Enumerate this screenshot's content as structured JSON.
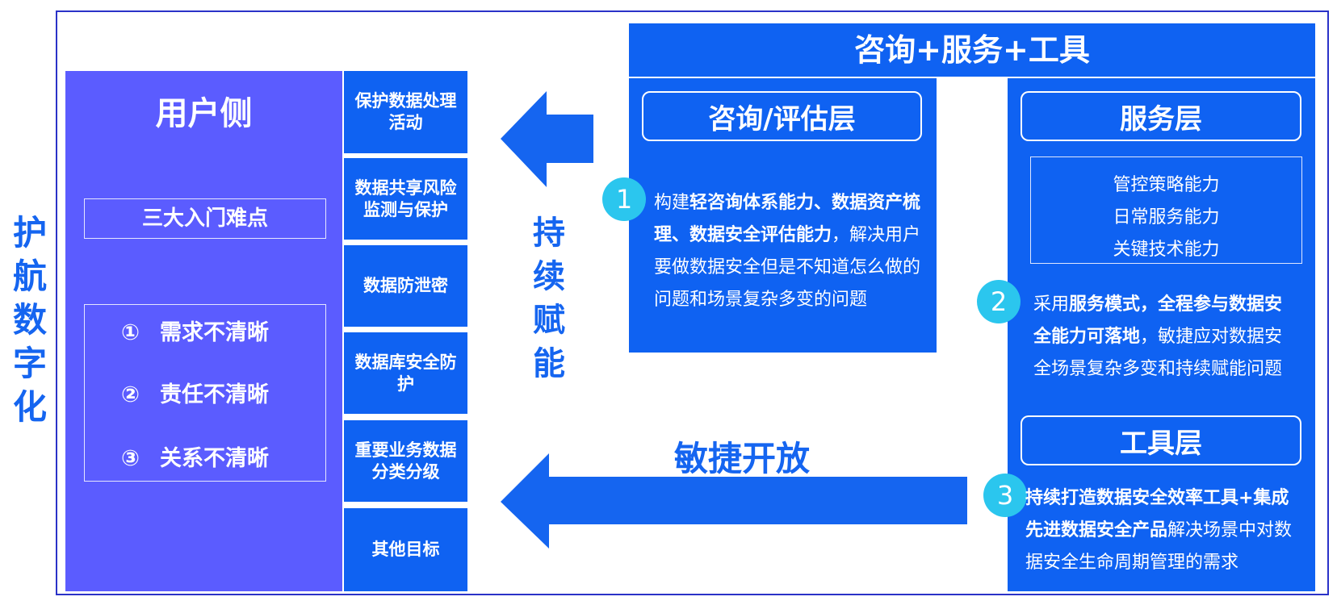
{
  "side_title": [
    "护",
    "航",
    "数",
    "字",
    "化"
  ],
  "user_side": {
    "title": "用户侧",
    "pain_heading": "三大入门难点",
    "pains": [
      {
        "num": "①",
        "text": "需求不清晰"
      },
      {
        "num": "②",
        "text": "责任不清晰"
      },
      {
        "num": "③",
        "text": "关系不清晰"
      }
    ]
  },
  "targets": [
    "保护数据处理活动",
    "数据共享风险监测与保护",
    "数据防泄密",
    "数据库安全防护",
    "重要业务数据分类分级",
    "其他目标"
  ],
  "labels": {
    "continuous": [
      "持",
      "续",
      "赋",
      "能"
    ],
    "agile": "敏捷开放"
  },
  "banner": "咨询+服务+工具",
  "consult_layer": {
    "title": "咨询/评估层",
    "num": "1",
    "text_pre": "构建",
    "text_bold": "轻咨询体系能力、数据资产梳理、数据安全评估能力",
    "text_post": "，解决用户要做数据安全但是不知道怎么做的问题和场景复杂多变的问题"
  },
  "service_layer": {
    "title": "服务层",
    "capabilities": [
      "管控策略能力",
      "日常服务能力",
      "关键技术能力"
    ],
    "num": "2",
    "text_pre": "采用",
    "text_bold": "服务模式，全程参与数据安全能力可落地",
    "text_post": "，敏捷应对数据安全场景复杂多变和持续赋能问题"
  },
  "tool_layer": {
    "title": "工具层",
    "num": "3",
    "text_bold": "持续打造数据安全效率工具+集成先进数据安全产品",
    "text_post": "解决场景中对数据安全生命周期管理的需求"
  },
  "colors": {
    "primary": "#0f62f2",
    "user_panel": "#5b5cff",
    "accent_circle": "#2bc6ee",
    "title_blue": "#1565f0"
  }
}
